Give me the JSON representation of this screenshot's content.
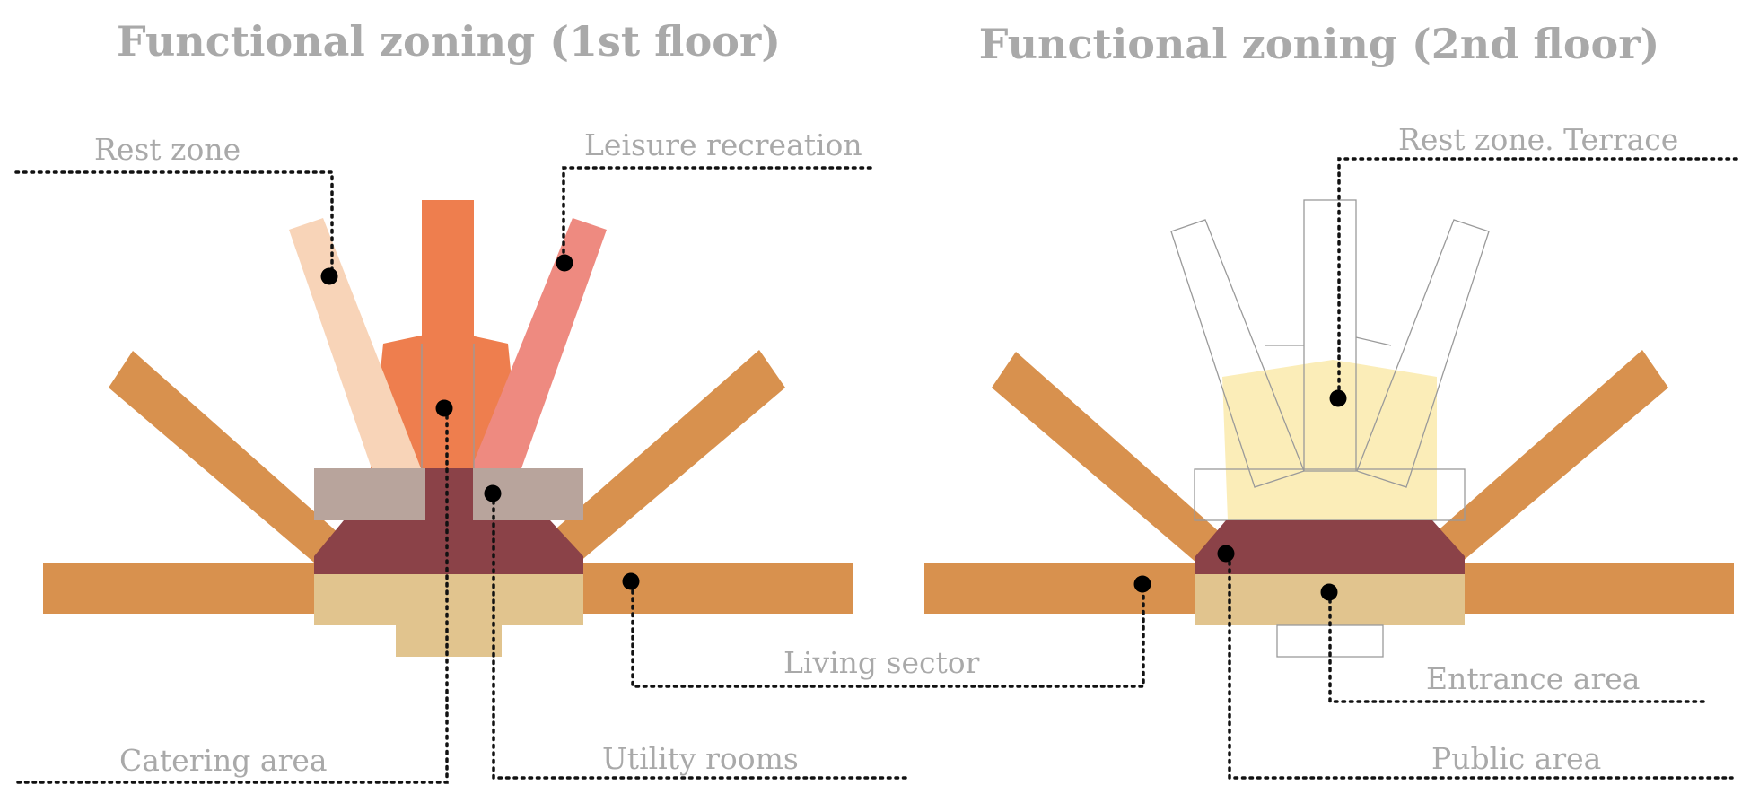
{
  "titles": {
    "floor1": "Functional zoning (1st floor)",
    "floor2": "Functional zoning (2nd floor)"
  },
  "labels": {
    "rest_zone": "Rest zone",
    "leisure_recreation": "Leisure recreation",
    "rest_zone_terrace": "Rest zone. Terrace",
    "living_sector": "Living sector",
    "entrance_area": "Entrance area",
    "catering_area": "Catering area",
    "utility_rooms": "Utility rooms",
    "public_area": "Public area"
  },
  "colors": {
    "living_sector": "#d8914e",
    "rest_zone": "#f8d4b8",
    "leisure_recreation": "#ee8a80",
    "catering_area": "#ee7e4e",
    "utility_rooms": "#b8a49c",
    "public_area": "#8b4248",
    "entrance_area": "#e1c48e",
    "terrace": "#fbedb8",
    "text": "#a9a9a9",
    "leader": "#111111"
  }
}
